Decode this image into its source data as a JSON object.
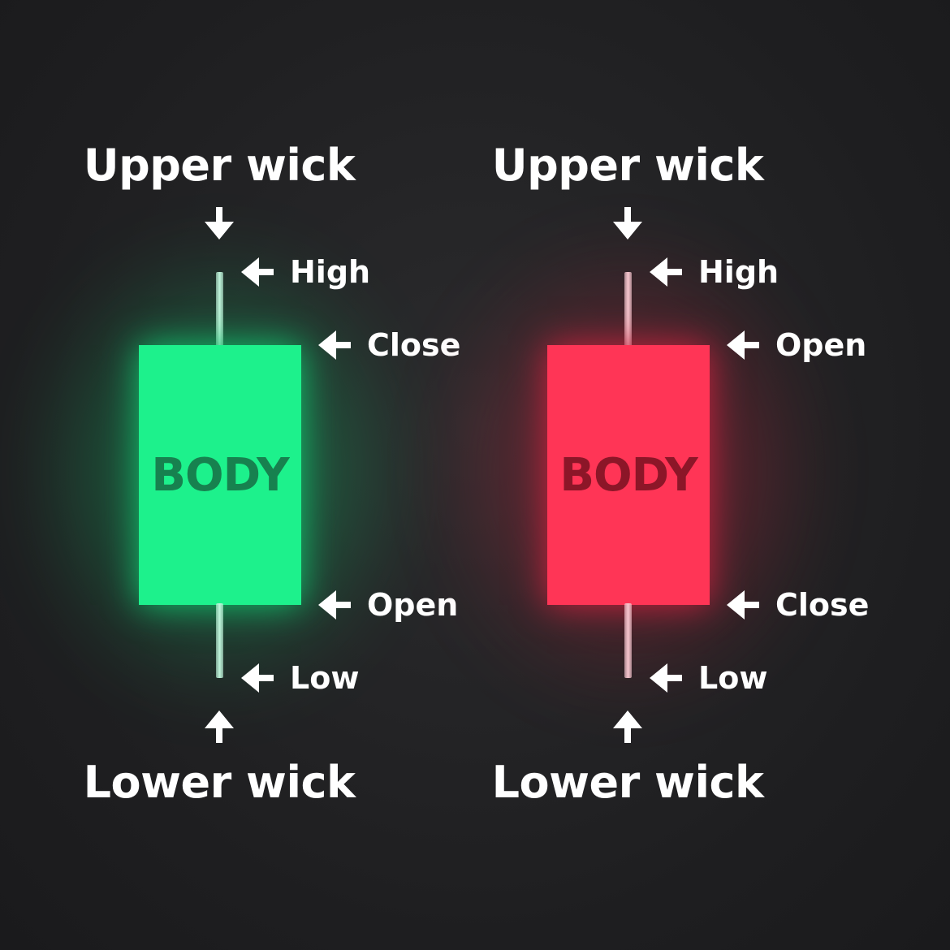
{
  "bullish": {
    "upper_wick_label": "Upper wick",
    "lower_wick_label": "Lower wick",
    "body_label": "BODY",
    "high_label": "High",
    "body_top_label": "Close",
    "body_bottom_label": "Open",
    "low_label": "Low",
    "body_color": "#1df18c",
    "body_text_color": "#17814f",
    "wick_color": "#bff5db",
    "glow_color": "#12c06c"
  },
  "bearish": {
    "upper_wick_label": "Upper wick",
    "lower_wick_label": "Lower wick",
    "body_label": "BODY",
    "high_label": "High",
    "body_top_label": "Open",
    "body_bottom_label": "Close",
    "low_label": "Low",
    "body_color": "#ff3556",
    "body_text_color": "#8c1628",
    "wick_color": "#f7c6cf",
    "glow_color": "#c5233e"
  },
  "arrow_icon": "arrow-icon",
  "text_color": "#ffffff"
}
